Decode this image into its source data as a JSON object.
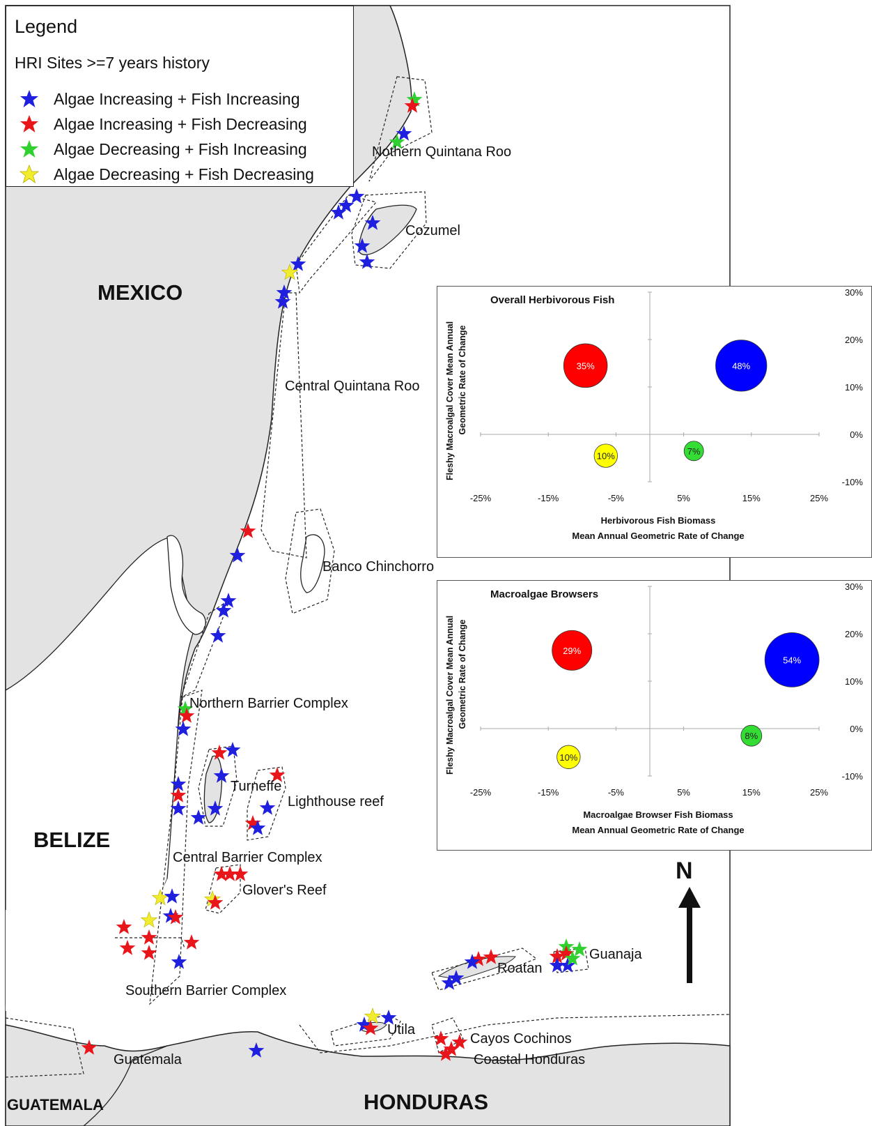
{
  "legend": {
    "title": "Legend",
    "subtitle": "HRI Sites >=7 years history",
    "items": [
      {
        "label": "Algae Increasing + Fish Increasing",
        "color": "#1f1fe0"
      },
      {
        "label": "Algae Increasing + Fish Decreasing",
        "color": "#e8161b"
      },
      {
        "label": "Algae Decreasing + Fish Increasing",
        "color": "#2fd02f"
      },
      {
        "label": "Algae Decreasing + Fish Decreasing",
        "color": "#f2ec2e"
      }
    ]
  },
  "countries": {
    "mexico": "MEXICO",
    "belize": "BELIZE",
    "guatemala": "GUATEMALA",
    "honduras": "HONDURAS"
  },
  "regions": {
    "northern_qr": "Nothern Quintana Roo",
    "cozumel": "Cozumel",
    "central_qr": "Central Quintana Roo",
    "banco": "Banco Chinchorro",
    "nbc": "Northern Barrier Complex",
    "turneffe": "Turneffe",
    "lighthouse": "Lighthouse reef",
    "cbc": "Central Barrier Complex",
    "glovers": "Glover's Reef",
    "sbc": "Southern Barrier Complex",
    "guatemala": "Guatemala",
    "utila": "Utila",
    "roatan": "Roatan",
    "guanaja": "Guanaja",
    "cayos": "Cayos Cochinos",
    "coastal": "Coastal Honduras"
  },
  "north_label": "N",
  "chart_data": [
    {
      "type": "scatter",
      "title": "Overall Herbivorous Fish",
      "xlabel": "Herbivorous Fish Biomass",
      "xlabel2": "Mean Annual Geometric Rate of Change",
      "ylabel": "Fleshy Macroalgal Cover Mean Annual",
      "ylabel2": "Geometric Rate of Change",
      "xlim": [
        -25,
        25
      ],
      "ylim": [
        -10,
        30
      ],
      "xticks": [
        "-25%",
        "-15%",
        "-5%",
        "5%",
        "15%",
        "25%"
      ],
      "yticks": [
        "30%",
        "20%",
        "10%",
        "0%",
        "-10%"
      ],
      "points": [
        {
          "x": -9.5,
          "y": 14.5,
          "label": "35%",
          "color": "#ff0000",
          "size": 35
        },
        {
          "x": 13.5,
          "y": 14.5,
          "label": "48%",
          "color": "#0000ff",
          "size": 48
        },
        {
          "x": -6.5,
          "y": -4.5,
          "label": "10%",
          "color": "#ffff00",
          "size": 10
        },
        {
          "x": 6.5,
          "y": -3.5,
          "label": "7%",
          "color": "#33dd33",
          "size": 7
        }
      ]
    },
    {
      "type": "scatter",
      "title": "Macroalgae Browsers",
      "xlabel": "Macroalgae Browser Fish Biomass",
      "xlabel2": "Mean Annual Geometric Rate of Change",
      "ylabel": "Fleshy Macroalgal Cover Mean Annual",
      "ylabel2": "Geometric Rate of Change",
      "xlim": [
        -25,
        25
      ],
      "ylim": [
        -10,
        30
      ],
      "xticks": [
        "-25%",
        "-15%",
        "-5%",
        "5%",
        "15%",
        "25%"
      ],
      "yticks": [
        "30%",
        "20%",
        "10%",
        "0%",
        "-10%"
      ],
      "points": [
        {
          "x": -11.5,
          "y": 16.5,
          "label": "29%",
          "color": "#ff0000",
          "size": 29
        },
        {
          "x": 21.0,
          "y": 14.5,
          "label": "54%",
          "color": "#0000ff",
          "size": 54
        },
        {
          "x": -12.0,
          "y": -6.0,
          "label": "10%",
          "color": "#ffff00",
          "size": 10
        },
        {
          "x": 15.0,
          "y": -1.5,
          "label": "8%",
          "color": "#33dd33",
          "size": 8
        }
      ]
    }
  ]
}
